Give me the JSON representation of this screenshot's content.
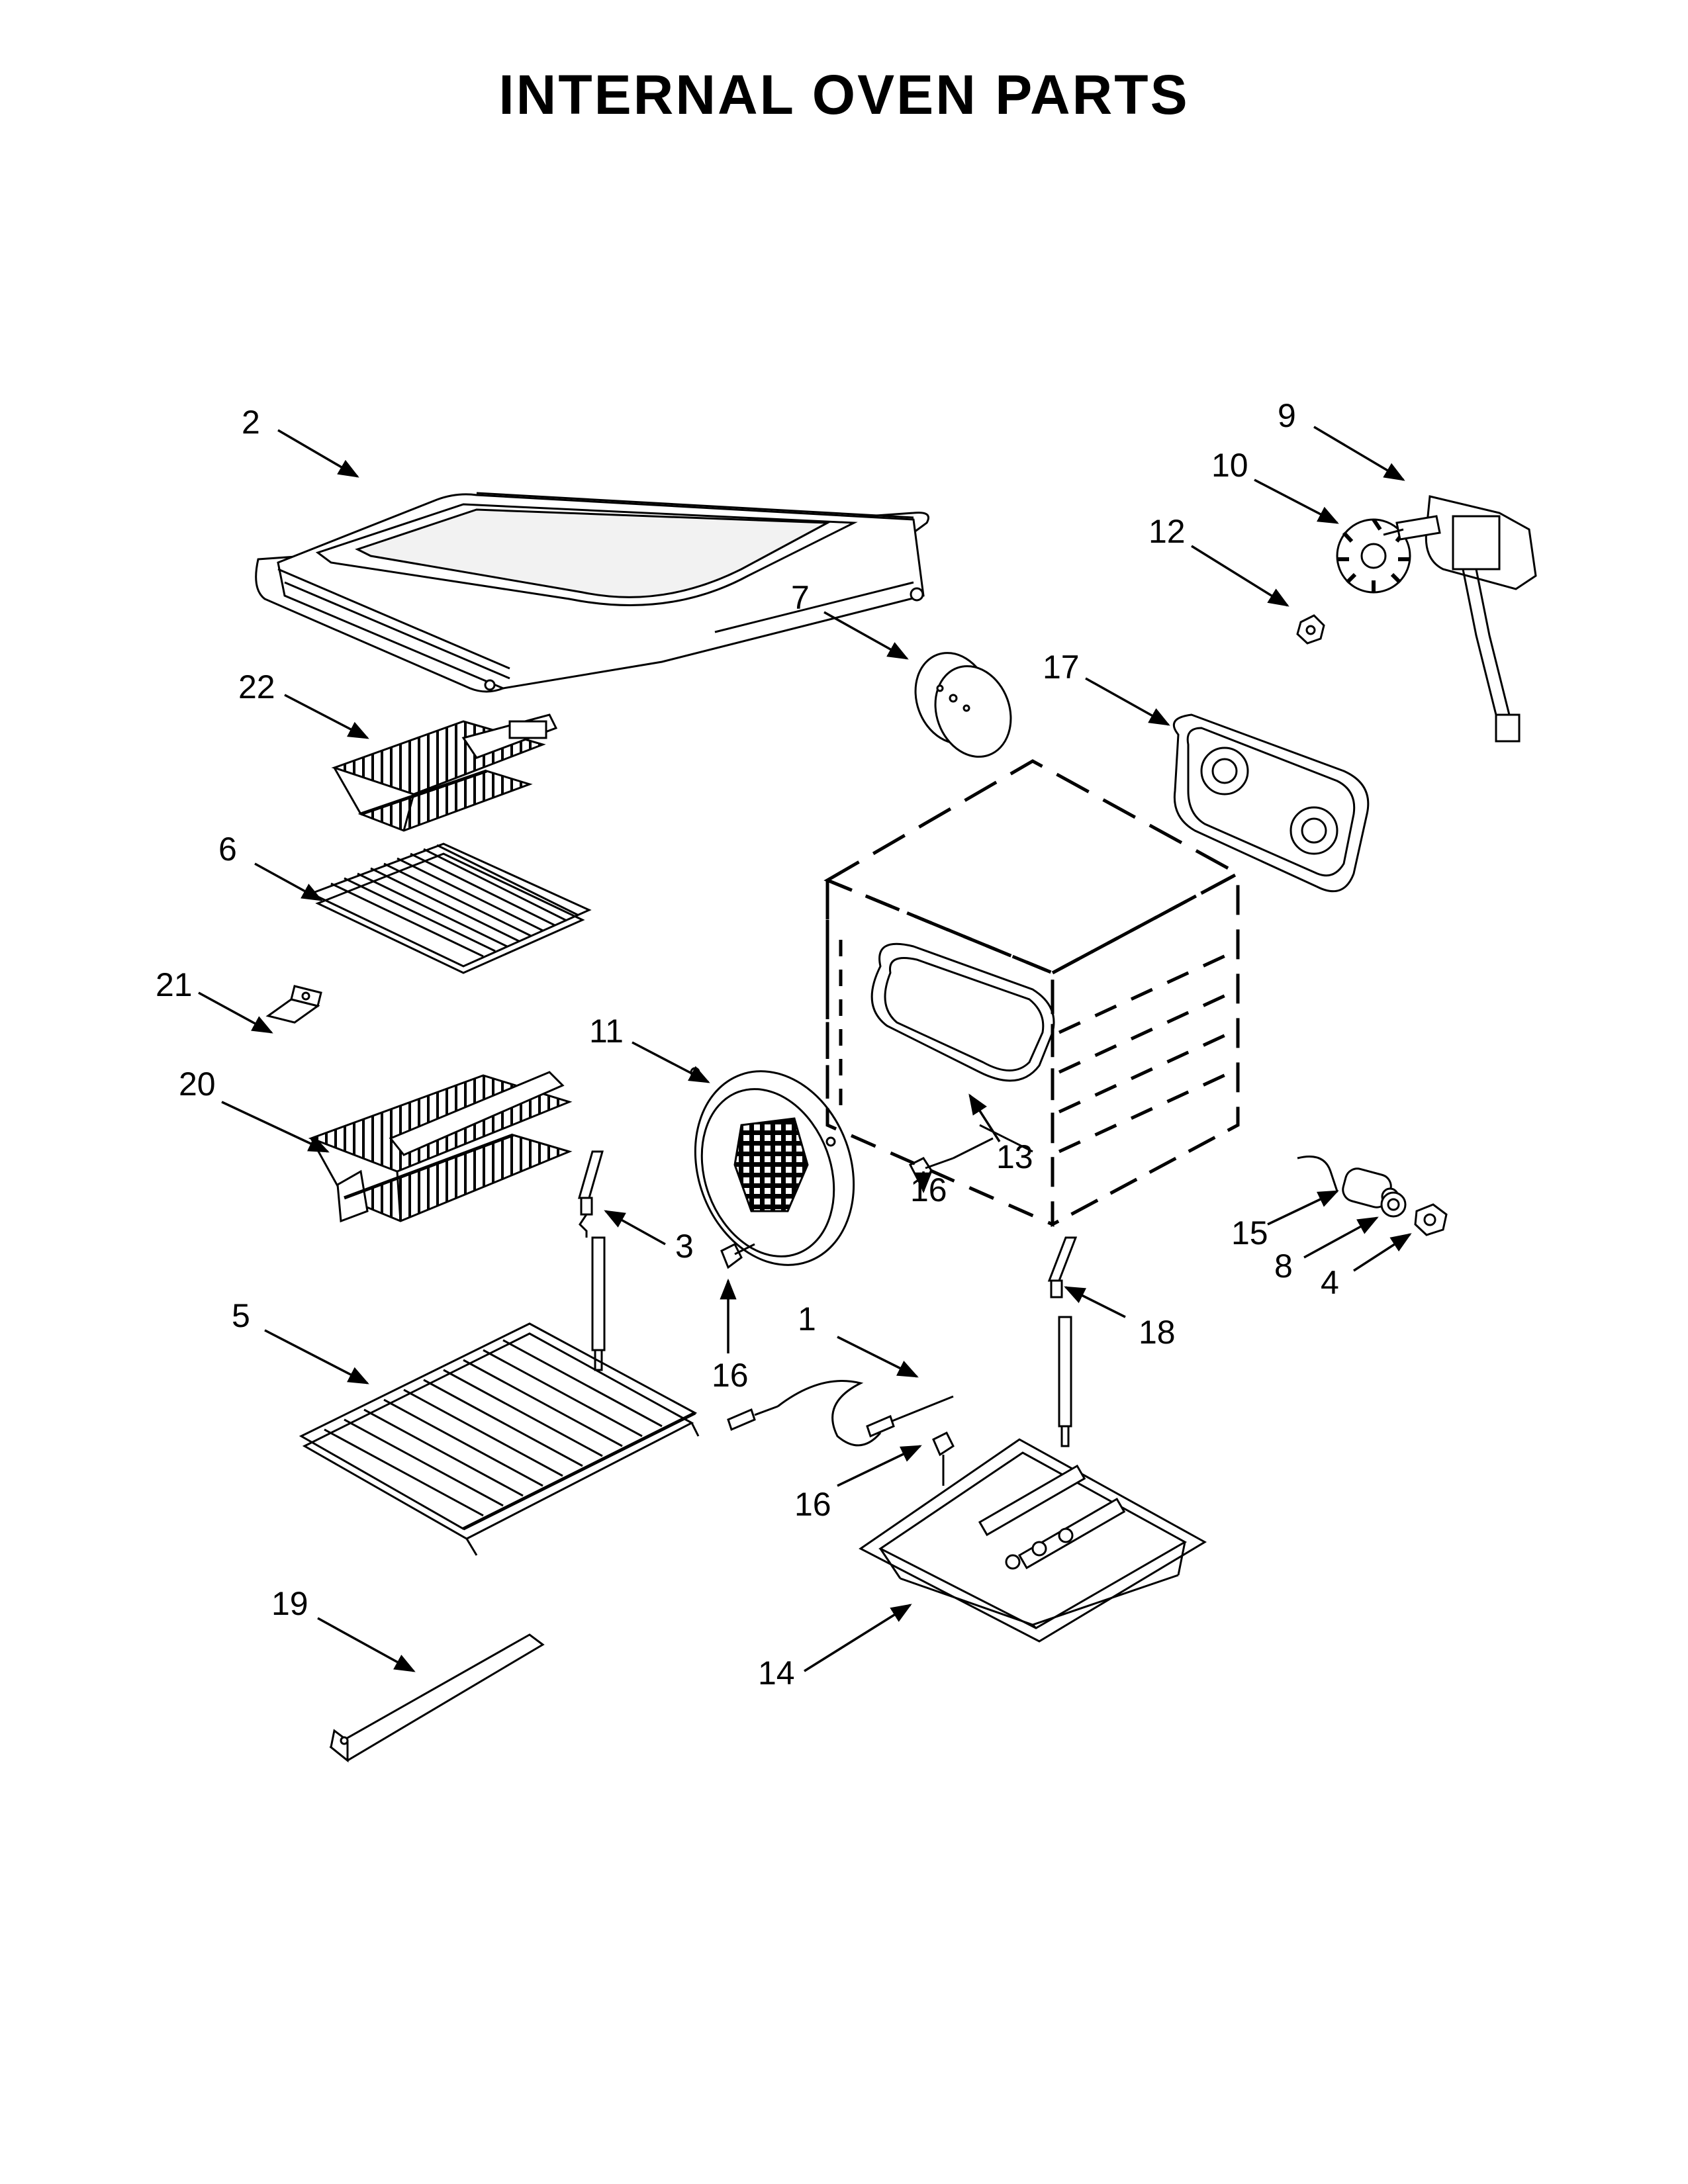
{
  "title": "INTERNAL OVEN PARTS",
  "colors": {
    "ink": "#000000",
    "paper": "#ffffff"
  },
  "callouts": {
    "c1": "1",
    "c2": "2",
    "c3": "3",
    "c4": "4",
    "c5": "5",
    "c6": "6",
    "c7": "7",
    "c8": "8",
    "c9": "9",
    "c10": "10",
    "c11": "11",
    "c12": "12",
    "c13": "13",
    "c14": "14",
    "c15": "15",
    "c16a": "16",
    "c16b": "16",
    "c16c": "16",
    "c17": "17",
    "c18": "18",
    "c19": "19",
    "c20": "20",
    "c21": "21",
    "c22": "22"
  }
}
